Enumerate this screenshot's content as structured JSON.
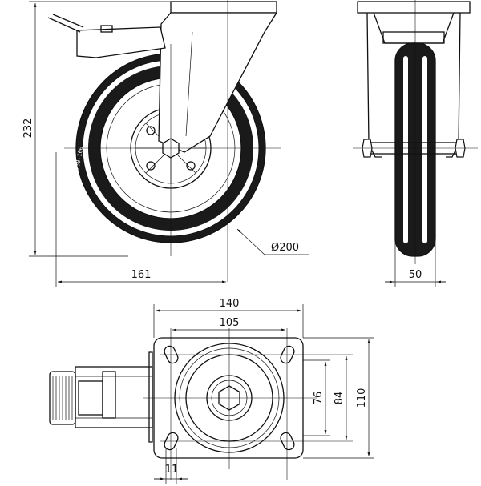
{
  "drawing": {
    "colors": {
      "line": "#111111",
      "tire": "#1a1a1a",
      "paper": "#ffffff"
    },
    "tire_marking": "200/50-100",
    "side_view": {
      "height_label": "232",
      "width_label": "161",
      "diameter_label": "Ø200"
    },
    "front_view": {
      "tread_width_label": "50"
    },
    "plate_view": {
      "plate_width_label": "140",
      "hole_spacing_x_label": "105",
      "plate_height_label": "110",
      "outer_spacing_y_label": "84",
      "hole_spacing_y_label": "76",
      "hole_size_label": "11"
    }
  }
}
